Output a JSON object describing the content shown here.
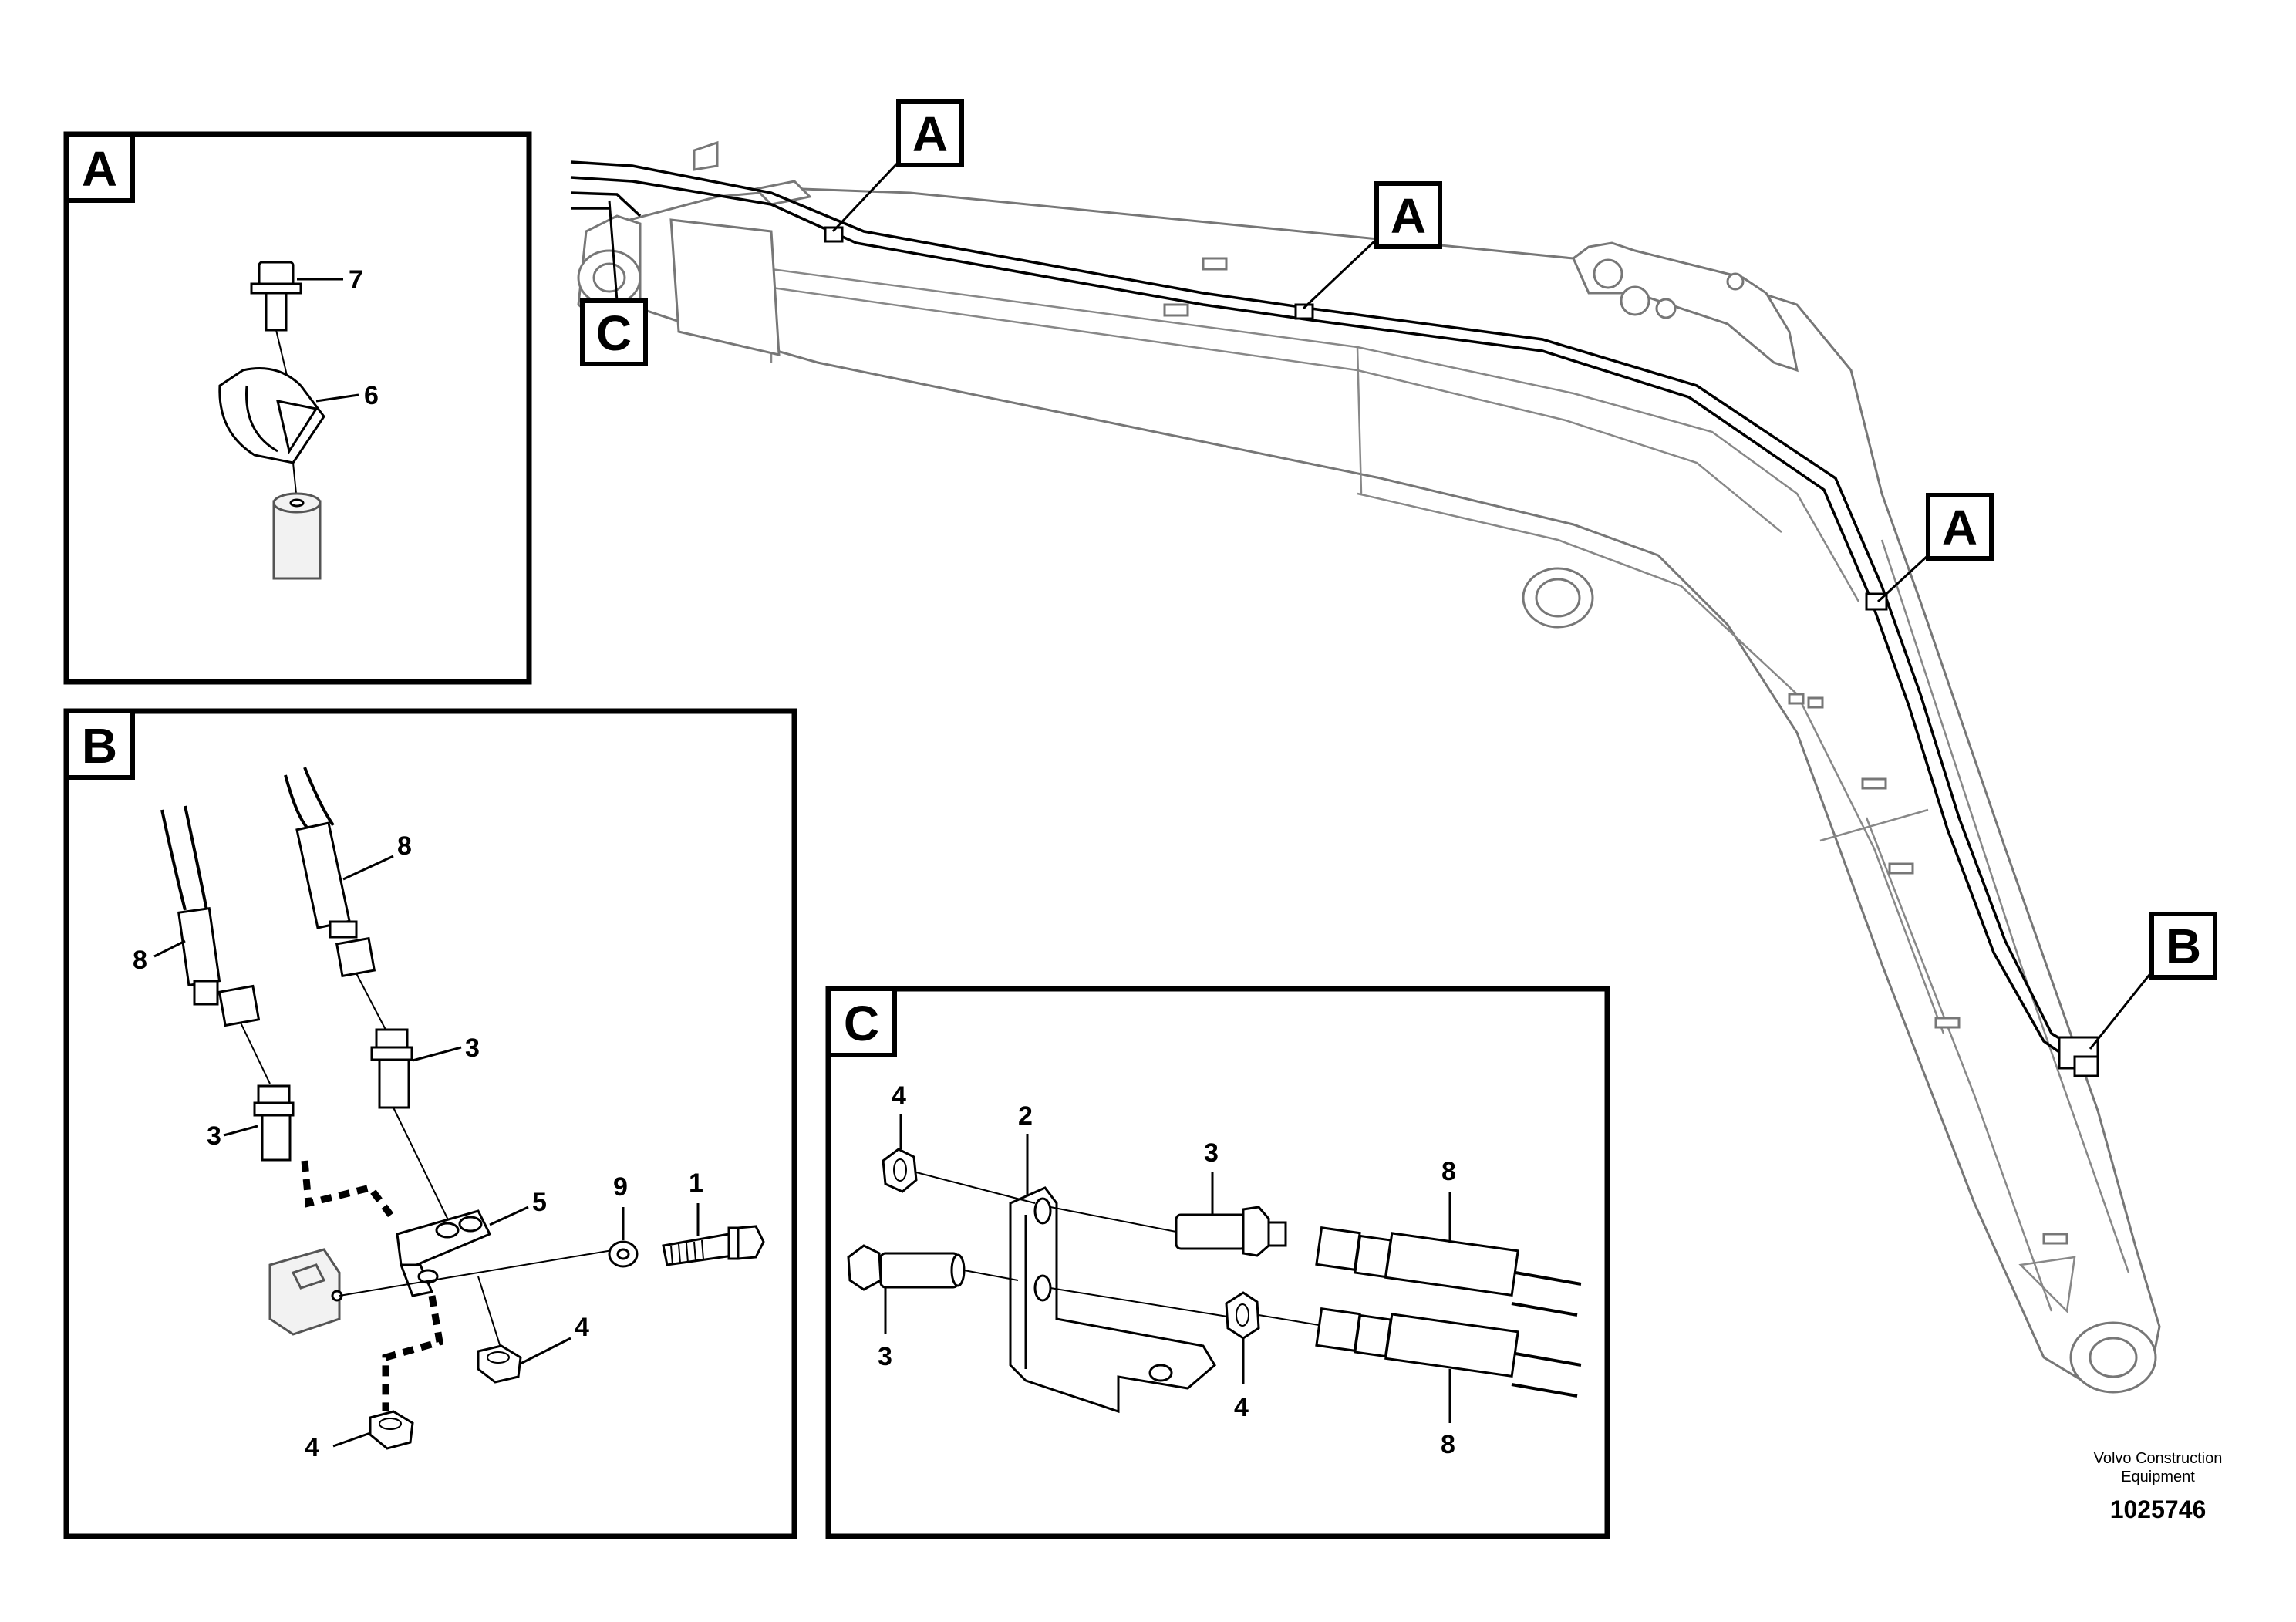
{
  "callout_letters": {
    "a": "A",
    "b": "B",
    "c": "C"
  },
  "detail_panels": [
    {
      "tag": "A",
      "item_numbers": [
        "7",
        "6"
      ]
    },
    {
      "tag": "B",
      "item_numbers": [
        "8",
        "8",
        "3",
        "3",
        "5",
        "9",
        "1",
        "4",
        "4"
      ]
    },
    {
      "tag": "C",
      "item_numbers": [
        "4",
        "2",
        "3",
        "8",
        "3",
        "4",
        "8"
      ]
    }
  ],
  "boom_callouts": [
    "A",
    "A",
    "C",
    "A",
    "B"
  ],
  "footer": {
    "company_line1": "Volvo Construction",
    "company_line2": "Equipment",
    "drawing_number": "1025746"
  }
}
